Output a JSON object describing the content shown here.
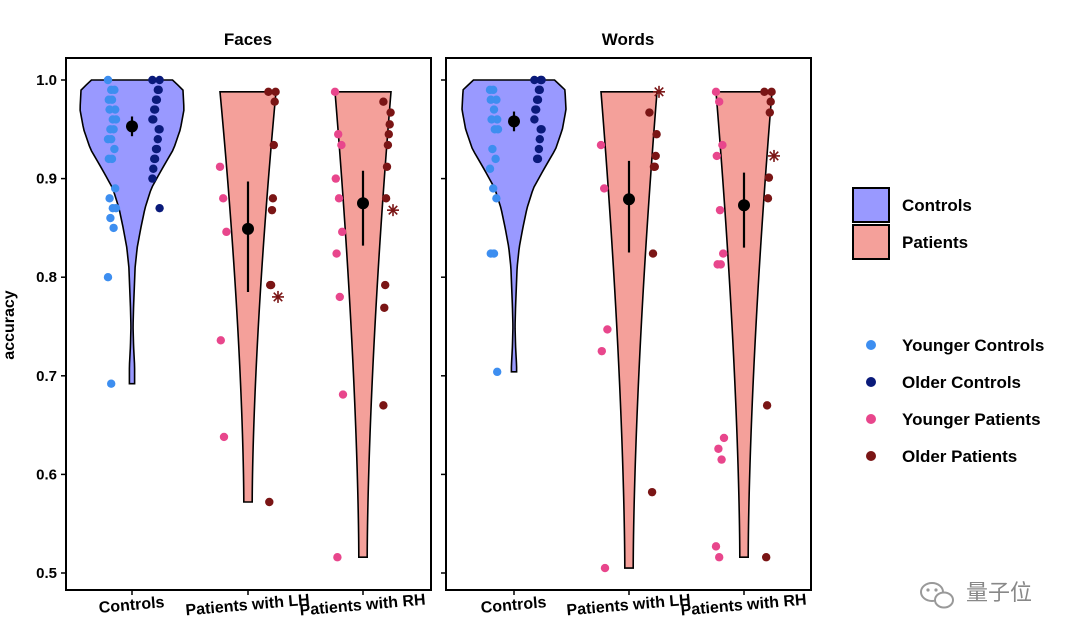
{
  "chart_data": {
    "type": "violin",
    "ylabel": "accuracy",
    "ylim": [
      0.5,
      1.0
    ],
    "yticks": [
      0.5,
      0.6,
      0.7,
      0.8,
      0.9,
      1.0
    ],
    "ytick_labels": [
      "0.5",
      "0.6",
      "0.7",
      "0.8",
      "0.9",
      "1.0"
    ],
    "categories": [
      "Controls",
      "Patients with LH",
      "Patients with RH"
    ],
    "legend_fill": [
      {
        "label": "Controls",
        "color": "#9999ff"
      },
      {
        "label": "Patients",
        "color": "#f4a09a"
      }
    ],
    "legend_points": [
      {
        "label": "Younger Controls",
        "color": "#3d8ef0"
      },
      {
        "label": "Older Controls",
        "color": "#0a1a7a"
      },
      {
        "label": "Younger Patients",
        "color": "#e8468c"
      },
      {
        "label": "Older Patients",
        "color": "#7a1515"
      }
    ],
    "panels": [
      {
        "title": "Faces",
        "groups": [
          {
            "category": "Controls",
            "mean": 0.953,
            "ci": [
              0.943,
              0.963
            ],
            "violin_min": 0.692,
            "violin_max": 1.0,
            "younger": [
              1.0,
              0.99,
              0.99,
              0.98,
              0.98,
              0.97,
              0.97,
              0.96,
              0.96,
              0.95,
              0.95,
              0.94,
              0.94,
              0.93,
              0.92,
              0.92,
              0.89,
              0.88,
              0.87,
              0.87,
              0.86,
              0.85,
              0.8,
              0.692
            ],
            "older": [
              1.0,
              1.0,
              0.99,
              0.99,
              0.98,
              0.98,
              0.97,
              0.97,
              0.96,
              0.96,
              0.95,
              0.95,
              0.94,
              0.93,
              0.93,
              0.92,
              0.92,
              0.91,
              0.9,
              0.87
            ],
            "asterisks": []
          },
          {
            "category": "Patients with LH",
            "mean": 0.849,
            "ci": [
              0.785,
              0.897
            ],
            "violin_min": 0.572,
            "violin_max": 0.988,
            "younger": [
              0.912,
              0.88,
              0.846,
              0.736,
              0.638
            ],
            "older": [
              0.988,
              0.988,
              0.978,
              0.934,
              0.88,
              0.868,
              0.792,
              0.792,
              0.572
            ],
            "asterisks": [
              0.78
            ]
          },
          {
            "category": "Patients with RH",
            "mean": 0.875,
            "ci": [
              0.832,
              0.908
            ],
            "violin_min": 0.516,
            "violin_max": 0.988,
            "younger": [
              0.988,
              0.945,
              0.934,
              0.9,
              0.88,
              0.846,
              0.824,
              0.78,
              0.681,
              0.516
            ],
            "older": [
              0.978,
              0.967,
              0.955,
              0.945,
              0.934,
              0.912,
              0.88,
              0.792,
              0.769,
              0.67
            ],
            "asterisks": [
              0.868
            ]
          }
        ]
      },
      {
        "title": "Words",
        "groups": [
          {
            "category": "Controls",
            "mean": 0.958,
            "ci": [
              0.948,
              0.968
            ],
            "violin_min": 0.704,
            "violin_max": 1.0,
            "younger": [
              0.99,
              0.99,
              0.98,
              0.98,
              0.97,
              0.96,
              0.96,
              0.95,
              0.95,
              0.93,
              0.92,
              0.91,
              0.89,
              0.88,
              0.824,
              0.824,
              0.704
            ],
            "older": [
              1.0,
              1.0,
              1.0,
              0.99,
              0.99,
              0.98,
              0.98,
              0.97,
              0.97,
              0.96,
              0.95,
              0.95,
              0.94,
              0.93,
              0.92,
              0.92
            ],
            "asterisks": []
          },
          {
            "category": "Patients with LH",
            "mean": 0.879,
            "ci": [
              0.825,
              0.918
            ],
            "violin_min": 0.505,
            "violin_max": 0.988,
            "younger": [
              0.934,
              0.89,
              0.747,
              0.725,
              0.505
            ],
            "older": [
              0.967,
              0.945,
              0.923,
              0.912,
              0.912,
              0.824,
              0.582
            ],
            "asterisks": [
              0.988
            ]
          },
          {
            "category": "Patients with RH",
            "mean": 0.873,
            "ci": [
              0.83,
              0.906
            ],
            "violin_min": 0.516,
            "violin_max": 0.988,
            "younger": [
              0.988,
              0.978,
              0.934,
              0.923,
              0.868,
              0.824,
              0.813,
              0.813,
              0.637,
              0.626,
              0.615,
              0.527,
              0.516
            ],
            "older": [
              0.988,
              0.988,
              0.978,
              0.967,
              0.901,
              0.88,
              0.67,
              0.516
            ],
            "asterisks": [
              0.923
            ]
          }
        ]
      }
    ]
  },
  "watermark": {
    "text": "量子位"
  }
}
